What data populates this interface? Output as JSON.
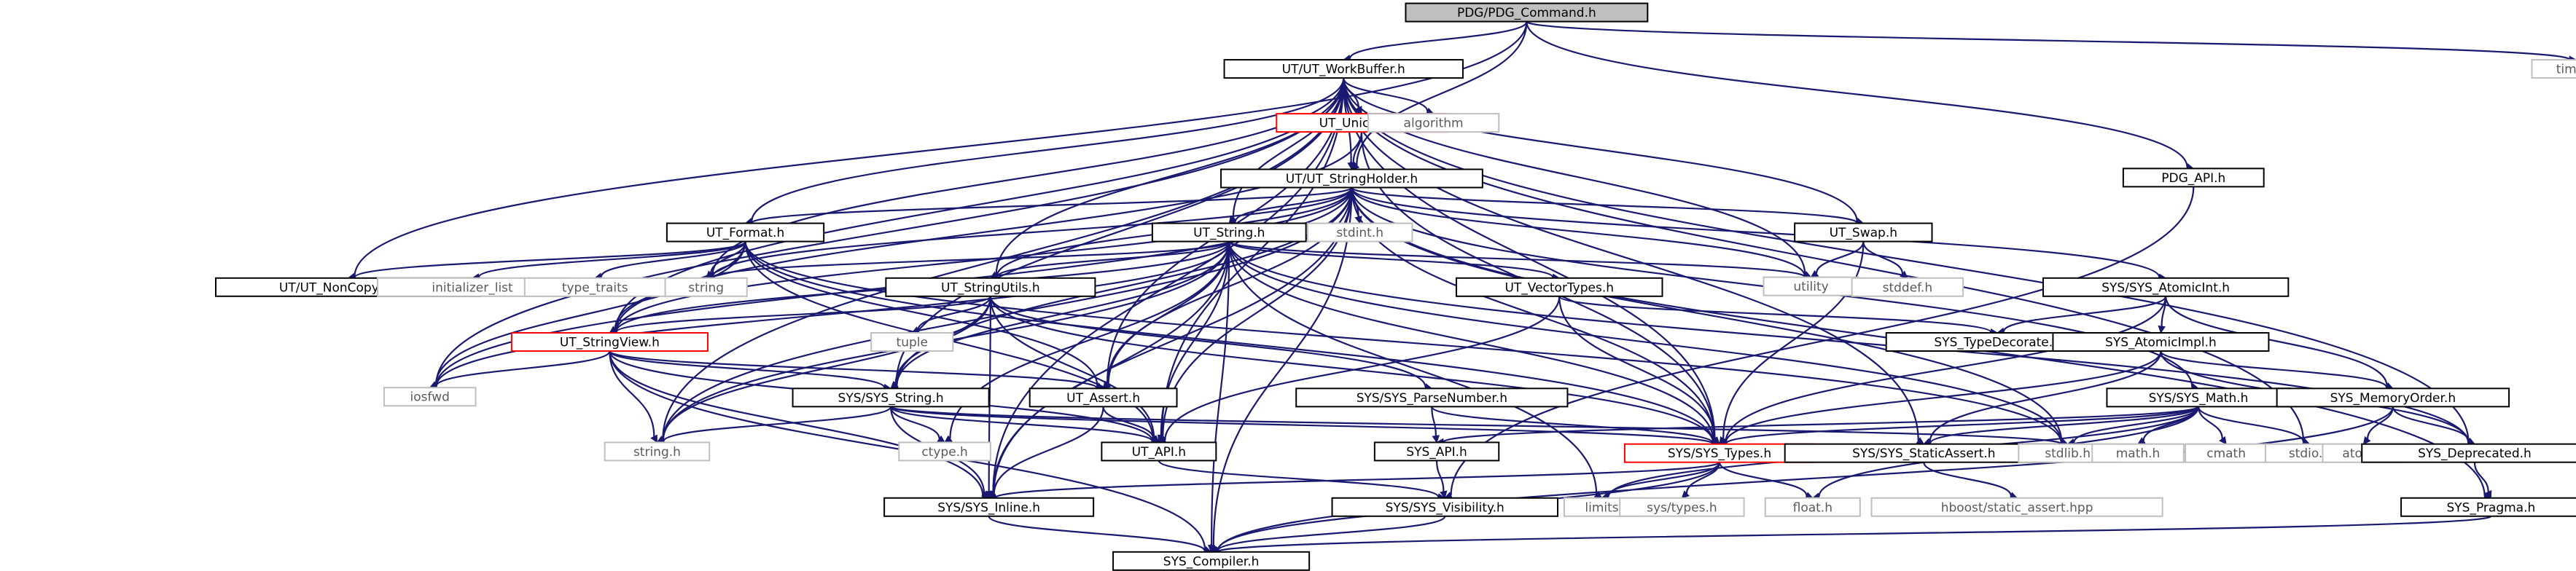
{
  "colors": {
    "edge": "#191970",
    "edge_light": "#c8c8c8",
    "node_border": "#000000",
    "node_border_missing": "#bfbfbf",
    "node_border_red": "#ff0000",
    "root_fill": "#bfbfbf",
    "text": "#000000",
    "text_missing": "#5a5a5a"
  },
  "nodes": [
    {
      "id": "pdg_command",
      "label": "PDG/PDG_Command.h",
      "style": "root"
    },
    {
      "id": "ut_workbuffer",
      "label": "UT/UT_WorkBuffer.h",
      "style": "normal"
    },
    {
      "id": "time_h",
      "label": "time.h",
      "style": "missing"
    },
    {
      "id": "ut_unicode",
      "label": "UT_Unicode.h",
      "style": "red"
    },
    {
      "id": "algorithm",
      "label": "algorithm",
      "style": "missing"
    },
    {
      "id": "ut_stringholder",
      "label": "UT/UT_StringHolder.h",
      "style": "normal"
    },
    {
      "id": "pdg_api",
      "label": "PDG_API.h",
      "style": "normal"
    },
    {
      "id": "ut_format",
      "label": "UT_Format.h",
      "style": "normal"
    },
    {
      "id": "ut_string",
      "label": "UT_String.h",
      "style": "normal"
    },
    {
      "id": "stdint_h",
      "label": "stdint.h",
      "style": "missing"
    },
    {
      "id": "ut_swap",
      "label": "UT_Swap.h",
      "style": "normal"
    },
    {
      "id": "ut_noncopyable",
      "label": "UT/UT_NonCopyable.h",
      "style": "normal"
    },
    {
      "id": "initializer_list",
      "label": "initializer_list",
      "style": "missing"
    },
    {
      "id": "type_traits",
      "label": "type_traits",
      "style": "missing"
    },
    {
      "id": "string",
      "label": "string",
      "style": "missing"
    },
    {
      "id": "utility",
      "label": "utility",
      "style": "missing"
    },
    {
      "id": "stddef_h",
      "label": "stddef.h",
      "style": "missing"
    },
    {
      "id": "sys_atomicint",
      "label": "SYS/SYS_AtomicInt.h",
      "style": "normal"
    },
    {
      "id": "ut_stringutils",
      "label": "UT_StringUtils.h",
      "style": "normal"
    },
    {
      "id": "ut_vectortypes",
      "label": "UT_VectorTypes.h",
      "style": "normal"
    },
    {
      "id": "sys_typedecorate",
      "label": "SYS_TypeDecorate.h",
      "style": "normal"
    },
    {
      "id": "ut_stringview",
      "label": "UT_StringView.h",
      "style": "red"
    },
    {
      "id": "tuple",
      "label": "tuple",
      "style": "missing"
    },
    {
      "id": "sys_atomicimpl",
      "label": "SYS_AtomicImpl.h",
      "style": "normal"
    },
    {
      "id": "iosfwd",
      "label": "iosfwd",
      "style": "missing"
    },
    {
      "id": "sys_string",
      "label": "SYS/SYS_String.h",
      "style": "normal"
    },
    {
      "id": "ut_assert",
      "label": "UT_Assert.h",
      "style": "normal"
    },
    {
      "id": "sys_parsenumber",
      "label": "SYS/SYS_ParseNumber.h",
      "style": "normal"
    },
    {
      "id": "sys_math",
      "label": "SYS/SYS_Math.h",
      "style": "normal"
    },
    {
      "id": "sys_memoryorder",
      "label": "SYS_MemoryOrder.h",
      "style": "normal"
    },
    {
      "id": "string_h",
      "label": "string.h",
      "style": "missing"
    },
    {
      "id": "ctype_h",
      "label": "ctype.h",
      "style": "missing"
    },
    {
      "id": "ut_api",
      "label": "UT_API.h",
      "style": "normal"
    },
    {
      "id": "sys_api",
      "label": "SYS_API.h",
      "style": "normal"
    },
    {
      "id": "sys_types",
      "label": "SYS/SYS_Types.h",
      "style": "red"
    },
    {
      "id": "sys_staticassert",
      "label": "SYS/SYS_StaticAssert.h",
      "style": "normal"
    },
    {
      "id": "stdlib_h",
      "label": "stdlib.h",
      "style": "missing"
    },
    {
      "id": "math_h",
      "label": "math.h",
      "style": "missing"
    },
    {
      "id": "cmath",
      "label": "cmath",
      "style": "missing"
    },
    {
      "id": "stdio_h",
      "label": "stdio.h",
      "style": "missing"
    },
    {
      "id": "atomic",
      "label": "atomic",
      "style": "missing"
    },
    {
      "id": "sys_deprecated",
      "label": "SYS_Deprecated.h",
      "style": "normal"
    },
    {
      "id": "limits",
      "label": "limits",
      "style": "missing"
    },
    {
      "id": "sys_types_h",
      "label": "sys/types.h",
      "style": "missing"
    },
    {
      "id": "float_h",
      "label": "float.h",
      "style": "missing"
    },
    {
      "id": "hboost_static_assert",
      "label": "hboost/static_assert.hpp",
      "style": "missing"
    },
    {
      "id": "sys_inline",
      "label": "SYS/SYS_Inline.h",
      "style": "normal"
    },
    {
      "id": "sys_visibility",
      "label": "SYS/SYS_Visibility.h",
      "style": "normal"
    },
    {
      "id": "sys_pragma",
      "label": "SYS_Pragma.h",
      "style": "normal"
    },
    {
      "id": "sys_compiler",
      "label": "SYS_Compiler.h",
      "style": "normal"
    }
  ],
  "edges": [
    [
      "pdg_command",
      "ut_workbuffer"
    ],
    [
      "pdg_command",
      "pdg_api"
    ],
    [
      "pdg_command",
      "ut_stringholder"
    ],
    [
      "pdg_command",
      "ut_noncopyable"
    ],
    [
      "pdg_command",
      "time_h"
    ],
    [
      "ut_workbuffer",
      "ut_unicode"
    ],
    [
      "ut_workbuffer",
      "algorithm"
    ],
    [
      "ut_workbuffer",
      "ut_stringholder"
    ],
    [
      "ut_workbuffer",
      "ut_format"
    ],
    [
      "ut_workbuffer",
      "ut_string"
    ],
    [
      "ut_workbuffer",
      "ut_swap"
    ],
    [
      "ut_workbuffer",
      "string"
    ],
    [
      "ut_workbuffer",
      "utility"
    ],
    [
      "ut_workbuffer",
      "ut_stringutils"
    ],
    [
      "ut_workbuffer",
      "ut_stringview"
    ],
    [
      "ut_workbuffer",
      "iosfwd"
    ],
    [
      "ut_workbuffer",
      "sys_string"
    ],
    [
      "ut_workbuffer",
      "ut_assert"
    ],
    [
      "ut_workbuffer",
      "string_h"
    ],
    [
      "ut_workbuffer",
      "ut_api"
    ],
    [
      "ut_workbuffer",
      "sys_types"
    ],
    [
      "ut_workbuffer",
      "sys_staticassert"
    ],
    [
      "ut_workbuffer",
      "stdio_h"
    ],
    [
      "ut_workbuffer",
      "sys_deprecated"
    ],
    [
      "ut_workbuffer",
      "sys_inline"
    ],
    [
      "ut_unicode",
      "ut_stringholder"
    ],
    [
      "ut_unicode",
      "ut_stringview"
    ],
    [
      "ut_unicode",
      "sys_types"
    ],
    [
      "ut_stringholder",
      "ut_format"
    ],
    [
      "ut_stringholder",
      "ut_string"
    ],
    [
      "ut_stringholder",
      "stdint_h"
    ],
    [
      "ut_stringholder",
      "ut_swap"
    ],
    [
      "ut_stringholder",
      "sys_atomicint"
    ],
    [
      "ut_stringholder",
      "ut_stringutils"
    ],
    [
      "ut_stringholder",
      "string"
    ],
    [
      "ut_stringholder",
      "utility"
    ],
    [
      "ut_stringholder",
      "iosfwd"
    ],
    [
      "ut_stringholder",
      "sys_string"
    ],
    [
      "ut_stringholder",
      "ut_assert"
    ],
    [
      "ut_stringholder",
      "string_h"
    ],
    [
      "ut_stringholder",
      "ut_api"
    ],
    [
      "ut_stringholder",
      "sys_types"
    ],
    [
      "ut_stringholder",
      "sys_math"
    ],
    [
      "ut_stringholder",
      "stdlib_h"
    ],
    [
      "ut_stringholder",
      "sys_inline"
    ],
    [
      "ut_stringholder",
      "sys_compiler"
    ],
    [
      "ut_stringholder",
      "sys_pragma"
    ],
    [
      "ut_stringholder",
      "ut_stringview"
    ],
    [
      "pdg_api",
      "sys_visibility"
    ],
    [
      "ut_format",
      "ut_noncopyable"
    ],
    [
      "ut_format",
      "initializer_list"
    ],
    [
      "ut_format",
      "type_traits"
    ],
    [
      "ut_format",
      "string"
    ],
    [
      "ut_format",
      "iosfwd"
    ],
    [
      "ut_format",
      "ut_assert"
    ],
    [
      "ut_format",
      "ut_api"
    ],
    [
      "ut_format",
      "sys_types"
    ],
    [
      "ut_format",
      "ut_stringview"
    ],
    [
      "ut_format",
      "stdlib_h"
    ],
    [
      "ut_string",
      "ut_stringutils"
    ],
    [
      "ut_string",
      "ut_vectortypes"
    ],
    [
      "ut_string",
      "string"
    ],
    [
      "ut_string",
      "utility"
    ],
    [
      "ut_string",
      "ut_stringview"
    ],
    [
      "ut_string",
      "iosfwd"
    ],
    [
      "ut_string",
      "sys_string"
    ],
    [
      "ut_string",
      "ut_assert"
    ],
    [
      "ut_string",
      "string_h"
    ],
    [
      "ut_string",
      "ctype_h"
    ],
    [
      "ut_string",
      "ut_api"
    ],
    [
      "ut_string",
      "sys_types"
    ],
    [
      "ut_string",
      "sys_deprecated"
    ],
    [
      "ut_string",
      "stdlib_h"
    ],
    [
      "ut_string",
      "sys_inline"
    ],
    [
      "ut_string",
      "sys_compiler"
    ],
    [
      "ut_string",
      "limits"
    ],
    [
      "ut_swap",
      "utility"
    ],
    [
      "ut_swap",
      "stddef_h"
    ],
    [
      "ut_swap",
      "sys_types"
    ],
    [
      "sys_atomicint",
      "sys_typedecorate"
    ],
    [
      "sys_atomicint",
      "sys_atomicimpl"
    ],
    [
      "sys_atomicint",
      "sys_memoryorder"
    ],
    [
      "sys_atomicint",
      "sys_types"
    ],
    [
      "ut_stringutils",
      "tuple"
    ],
    [
      "ut_stringutils",
      "ut_stringview"
    ],
    [
      "ut_stringutils",
      "sys_string"
    ],
    [
      "ut_stringutils",
      "sys_parsenumber"
    ],
    [
      "ut_stringutils",
      "ut_api"
    ],
    [
      "ut_stringutils",
      "sys_types"
    ],
    [
      "ut_stringutils",
      "string_h"
    ],
    [
      "ut_stringutils",
      "sys_inline"
    ],
    [
      "ut_vectortypes",
      "sys_typedecorate"
    ],
    [
      "ut_vectortypes",
      "sys_types"
    ],
    [
      "ut_vectortypes",
      "ut_api"
    ],
    [
      "ut_stringview",
      "iosfwd"
    ],
    [
      "ut_stringview",
      "sys_string"
    ],
    [
      "ut_stringview",
      "ut_assert"
    ],
    [
      "ut_stringview",
      "string_h"
    ],
    [
      "ut_stringview",
      "ut_api"
    ],
    [
      "ut_stringview",
      "sys_inline"
    ],
    [
      "ut_stringview",
      "sys_compiler"
    ],
    [
      "sys_atomicimpl",
      "sys_types"
    ],
    [
      "sys_atomicimpl",
      "sys_memoryorder"
    ],
    [
      "sys_atomicimpl",
      "sys_staticassert"
    ],
    [
      "sys_atomicimpl",
      "sys_deprecated"
    ],
    [
      "sys_string",
      "string_h"
    ],
    [
      "sys_string",
      "ctype_h"
    ],
    [
      "sys_string",
      "sys_types"
    ],
    [
      "sys_string",
      "sys_inline"
    ],
    [
      "sys_string",
      "ut_api"
    ],
    [
      "sys_string",
      "stdlib_h"
    ],
    [
      "ut_assert",
      "ut_api"
    ],
    [
      "ut_assert",
      "sys_inline"
    ],
    [
      "sys_parsenumber",
      "sys_types"
    ],
    [
      "sys_parsenumber",
      "sys_api"
    ],
    [
      "sys_math",
      "sys_types"
    ],
    [
      "sys_math",
      "sys_api"
    ],
    [
      "sys_math",
      "math_h"
    ],
    [
      "sys_math",
      "cmath"
    ],
    [
      "sys_math",
      "float_h"
    ],
    [
      "sys_math",
      "limits"
    ],
    [
      "sys_math",
      "stdio_h"
    ],
    [
      "sys_math",
      "stdlib_h"
    ],
    [
      "sys_math",
      "sys_staticassert"
    ],
    [
      "sys_memoryorder",
      "atomic"
    ],
    [
      "sys_memoryorder",
      "sys_deprecated"
    ],
    [
      "sys_memoryorder",
      "sys_compiler"
    ],
    [
      "ut_api",
      "sys_visibility"
    ],
    [
      "sys_api",
      "sys_visibility"
    ],
    [
      "sys_types",
      "limits"
    ],
    [
      "sys_types",
      "sys_types_h"
    ],
    [
      "sys_types",
      "float_h"
    ],
    [
      "sys_types",
      "sys_compiler"
    ],
    [
      "sys_types",
      "sys_inline"
    ],
    [
      "sys_staticassert",
      "hboost_static_assert"
    ],
    [
      "sys_deprecated",
      "sys_pragma"
    ],
    [
      "sys_inline",
      "sys_compiler"
    ],
    [
      "sys_visibility",
      "sys_compiler"
    ],
    [
      "sys_pragma",
      "sys_compiler"
    ]
  ]
}
